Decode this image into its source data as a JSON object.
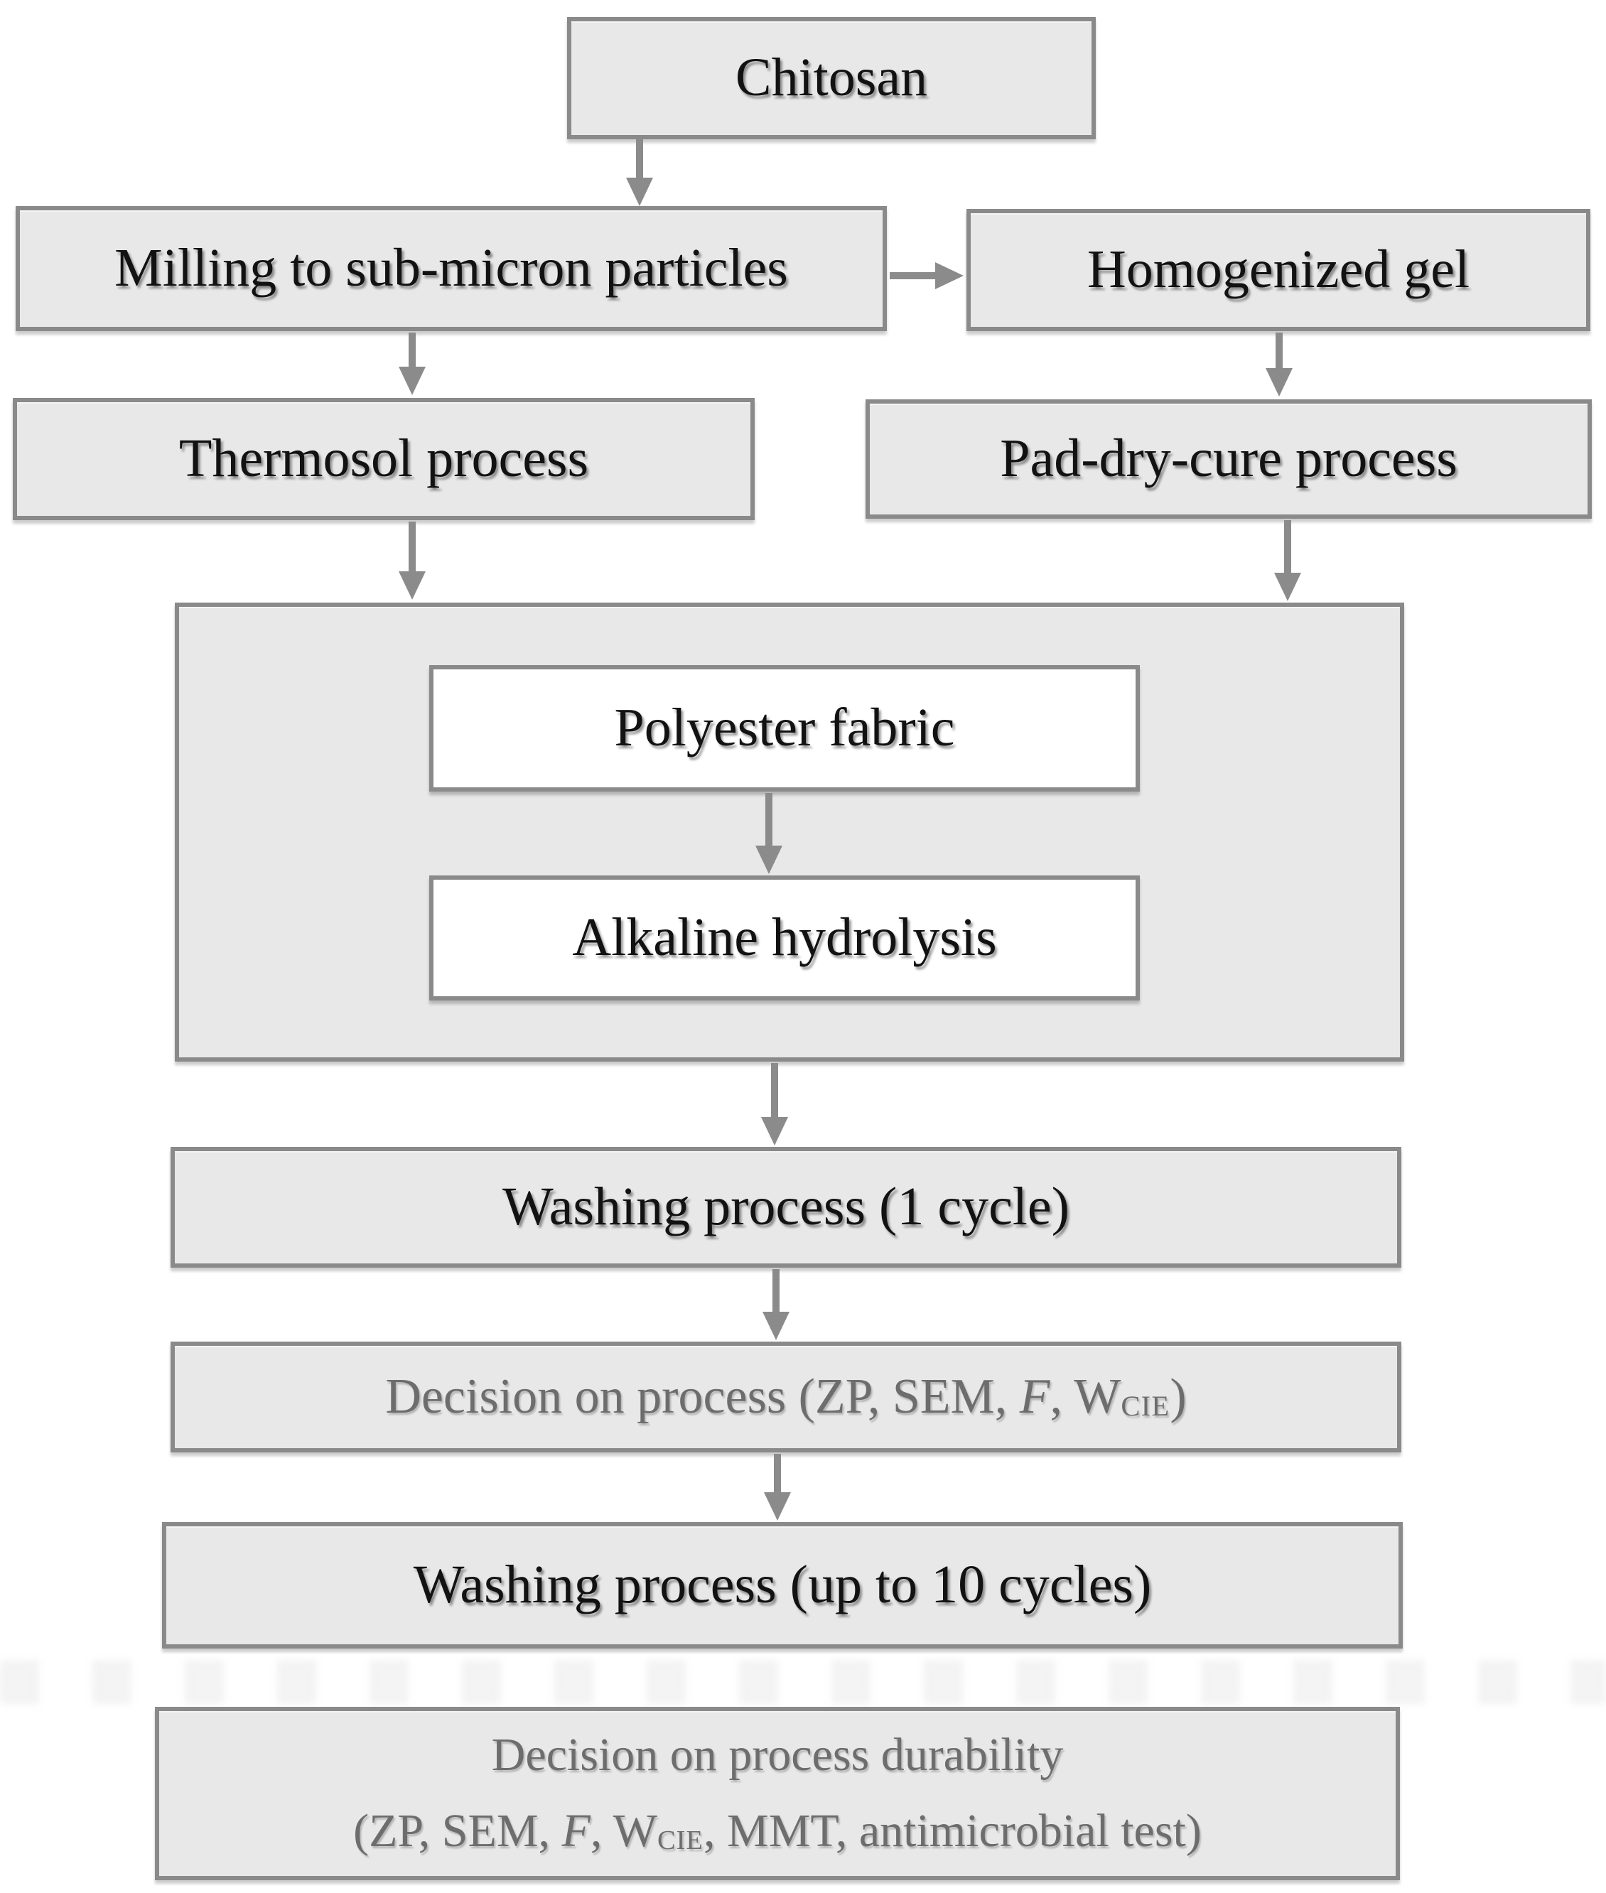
{
  "diagram": {
    "type": "flowchart",
    "colors": {
      "background": "#ffffff",
      "box_fill": "#e8e8e8",
      "box_border": "#8a8a8a",
      "inner_box_fill": "#ffffff",
      "arrow": "#8b8b8b",
      "text": "#121212",
      "muted_text": "#6d6d6d"
    },
    "nodes": {
      "chitosan": {
        "label": "Chitosan"
      },
      "milling": {
        "label": "Milling to sub-micron particles"
      },
      "homogenized_gel": {
        "label": "Homogenized gel"
      },
      "thermosol": {
        "label": "Thermosol process"
      },
      "pad_dry_cure": {
        "label": "Pad-dry-cure process"
      },
      "polyester_fabric": {
        "label": "Polyester fabric"
      },
      "alkaline_hydrolysis": {
        "label": "Alkaline hydrolysis"
      },
      "washing_1": {
        "label": "Washing process (1 cycle)"
      },
      "decision_process": {
        "pre": "Decision on process (ZP, SEM, ",
        "italic": "F",
        "mid": ", W",
        "sub": "CIE",
        "post": ")"
      },
      "washing_10": {
        "label": "Washing process (up to 10 cycles)"
      },
      "decision_durability": {
        "line1": "Decision on process durability",
        "line2_pre": "(ZP, SEM, ",
        "line2_italic": "F",
        "line2_mid": ", W",
        "line2_sub": "CIE",
        "line2_post": ", MMT, antimicrobial test)"
      }
    },
    "edges": [
      {
        "from": "chitosan",
        "to": "milling"
      },
      {
        "from": "milling",
        "to": "homogenized_gel"
      },
      {
        "from": "milling",
        "to": "thermosol"
      },
      {
        "from": "homogenized_gel",
        "to": "pad_dry_cure"
      },
      {
        "from": "thermosol",
        "to": "fabric_treatment_group"
      },
      {
        "from": "pad_dry_cure",
        "to": "fabric_treatment_group"
      },
      {
        "from": "polyester_fabric",
        "to": "alkaline_hydrolysis"
      },
      {
        "from": "fabric_treatment_group",
        "to": "washing_1"
      },
      {
        "from": "washing_1",
        "to": "decision_process"
      },
      {
        "from": "decision_process",
        "to": "washing_10"
      }
    ]
  }
}
